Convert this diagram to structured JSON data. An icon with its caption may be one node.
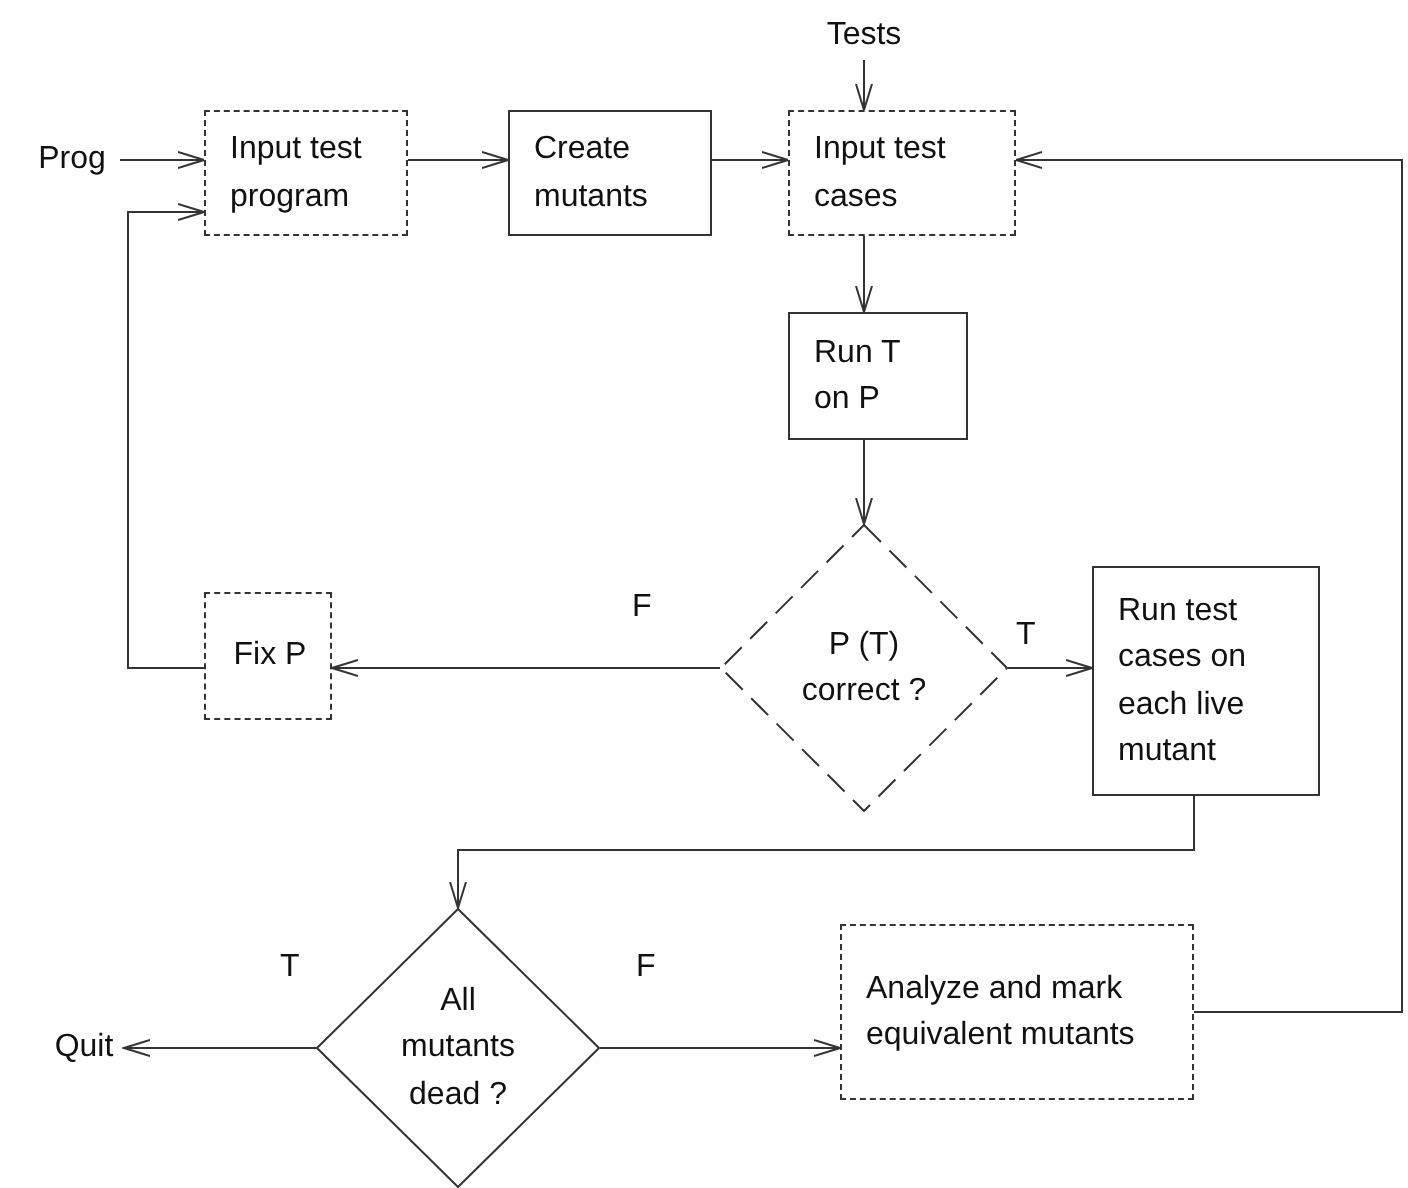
{
  "diagram": {
    "nodes": [
      {
        "text": [
          "Prog"
        ]
      },
      {
        "text": [
          "Tests"
        ]
      },
      {
        "text": [
          "Input test program"
        ]
      },
      {
        "text": [
          "Create mutants"
        ]
      },
      {
        "text": [
          "Input test cases"
        ]
      },
      {
        "text": [
          "Run T on P"
        ]
      },
      {
        "text": [
          "P (T) correct ?"
        ]
      },
      {
        "text": [
          "Fix P"
        ]
      },
      {
        "text": [
          "Run test cases on each live mutant"
        ]
      },
      {
        "text": [
          "All mutants dead ?"
        ]
      },
      {
        "text": [
          "Quit"
        ]
      },
      {
        "text": [
          "Analyze and mark equivalent mutants"
        ]
      }
    ],
    "edges": [
      {
        "from": 0,
        "to": 2,
        "arrow": "to"
      },
      {
        "from": 1,
        "to": 4,
        "arrow": "to"
      },
      {
        "from": 2,
        "to": 3,
        "arrow": "to"
      },
      {
        "from": 3,
        "to": 4,
        "arrow": "to"
      },
      {
        "from": 11,
        "to": 4,
        "arrow": "to"
      },
      {
        "from": 4,
        "to": 5,
        "arrow": "to"
      },
      {
        "from": 5,
        "to": 6,
        "arrow": "to"
      },
      {
        "from": 6,
        "to": 7,
        "arrow": "to",
        "label": "F"
      },
      {
        "from": 6,
        "to": 8,
        "arrow": "to",
        "label": "T"
      },
      {
        "from": 7,
        "to": 2,
        "arrow": "to"
      },
      {
        "from": 8,
        "to": 9,
        "arrow": "to"
      },
      {
        "from": 9,
        "to": 10,
        "arrow": "to",
        "label": "T"
      },
      {
        "from": 9,
        "to": 11,
        "arrow": "to",
        "label": "F"
      }
    ]
  }
}
